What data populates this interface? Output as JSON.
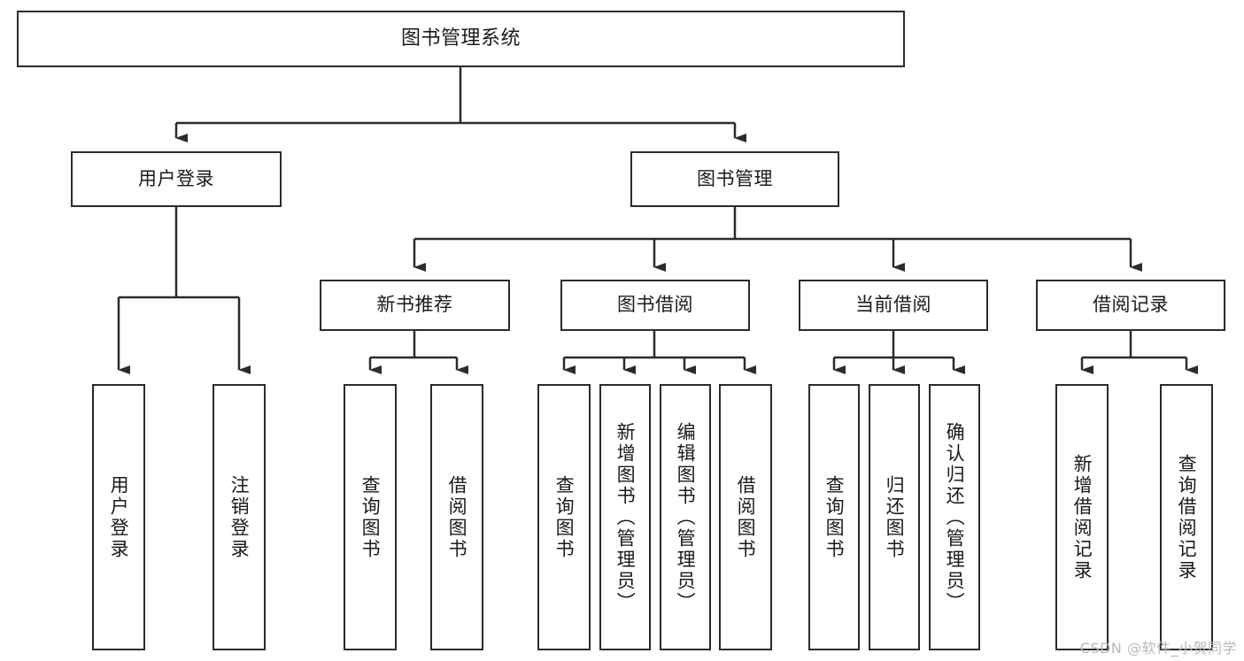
{
  "diagram": {
    "title_node": {
      "label": "图书管理系统"
    },
    "level2": [
      {
        "id": "user-login",
        "label": "用户登录"
      },
      {
        "id": "book-management",
        "label": "图书管理"
      }
    ],
    "level3": [
      {
        "id": "new-book-recommend",
        "label": "新书推荐"
      },
      {
        "id": "book-borrow",
        "label": "图书借阅"
      },
      {
        "id": "current-borrow",
        "label": "当前借阅"
      },
      {
        "id": "borrow-record",
        "label": "借阅记录"
      }
    ],
    "leaves": {
      "user_login": [
        {
          "id": "leaf-user-login",
          "label": "用户登录"
        },
        {
          "id": "leaf-logout-login",
          "label": "注销登录"
        }
      ],
      "new_book_recommend": [
        {
          "id": "leaf-query-book-1",
          "label": "查询图书"
        },
        {
          "id": "leaf-borrow-book-1",
          "label": "借阅图书"
        }
      ],
      "book_borrow": [
        {
          "id": "leaf-query-book-2",
          "label": "查询图书"
        },
        {
          "id": "leaf-add-book",
          "label": "新增图书（管理员）"
        },
        {
          "id": "leaf-edit-book",
          "label": "编辑图书（管理员）"
        },
        {
          "id": "leaf-borrow-book-2",
          "label": "借阅图书"
        }
      ],
      "current_borrow": [
        {
          "id": "leaf-query-book-3",
          "label": "查询图书"
        },
        {
          "id": "leaf-return-book",
          "label": "归还图书"
        },
        {
          "id": "leaf-confirm-return",
          "label": "确认归还（管理员）"
        }
      ],
      "borrow_record": [
        {
          "id": "leaf-add-record",
          "label": "新增借阅记录"
        },
        {
          "id": "leaf-query-record",
          "label": "查询借阅记录"
        }
      ]
    }
  },
  "watermark": {
    "text": "CSDN @软件_小贺同学"
  },
  "colors": {
    "border": "#2b2b2b",
    "background": "#ffffff",
    "text": "#1a1a1a",
    "watermark": "#b9b9b9"
  }
}
